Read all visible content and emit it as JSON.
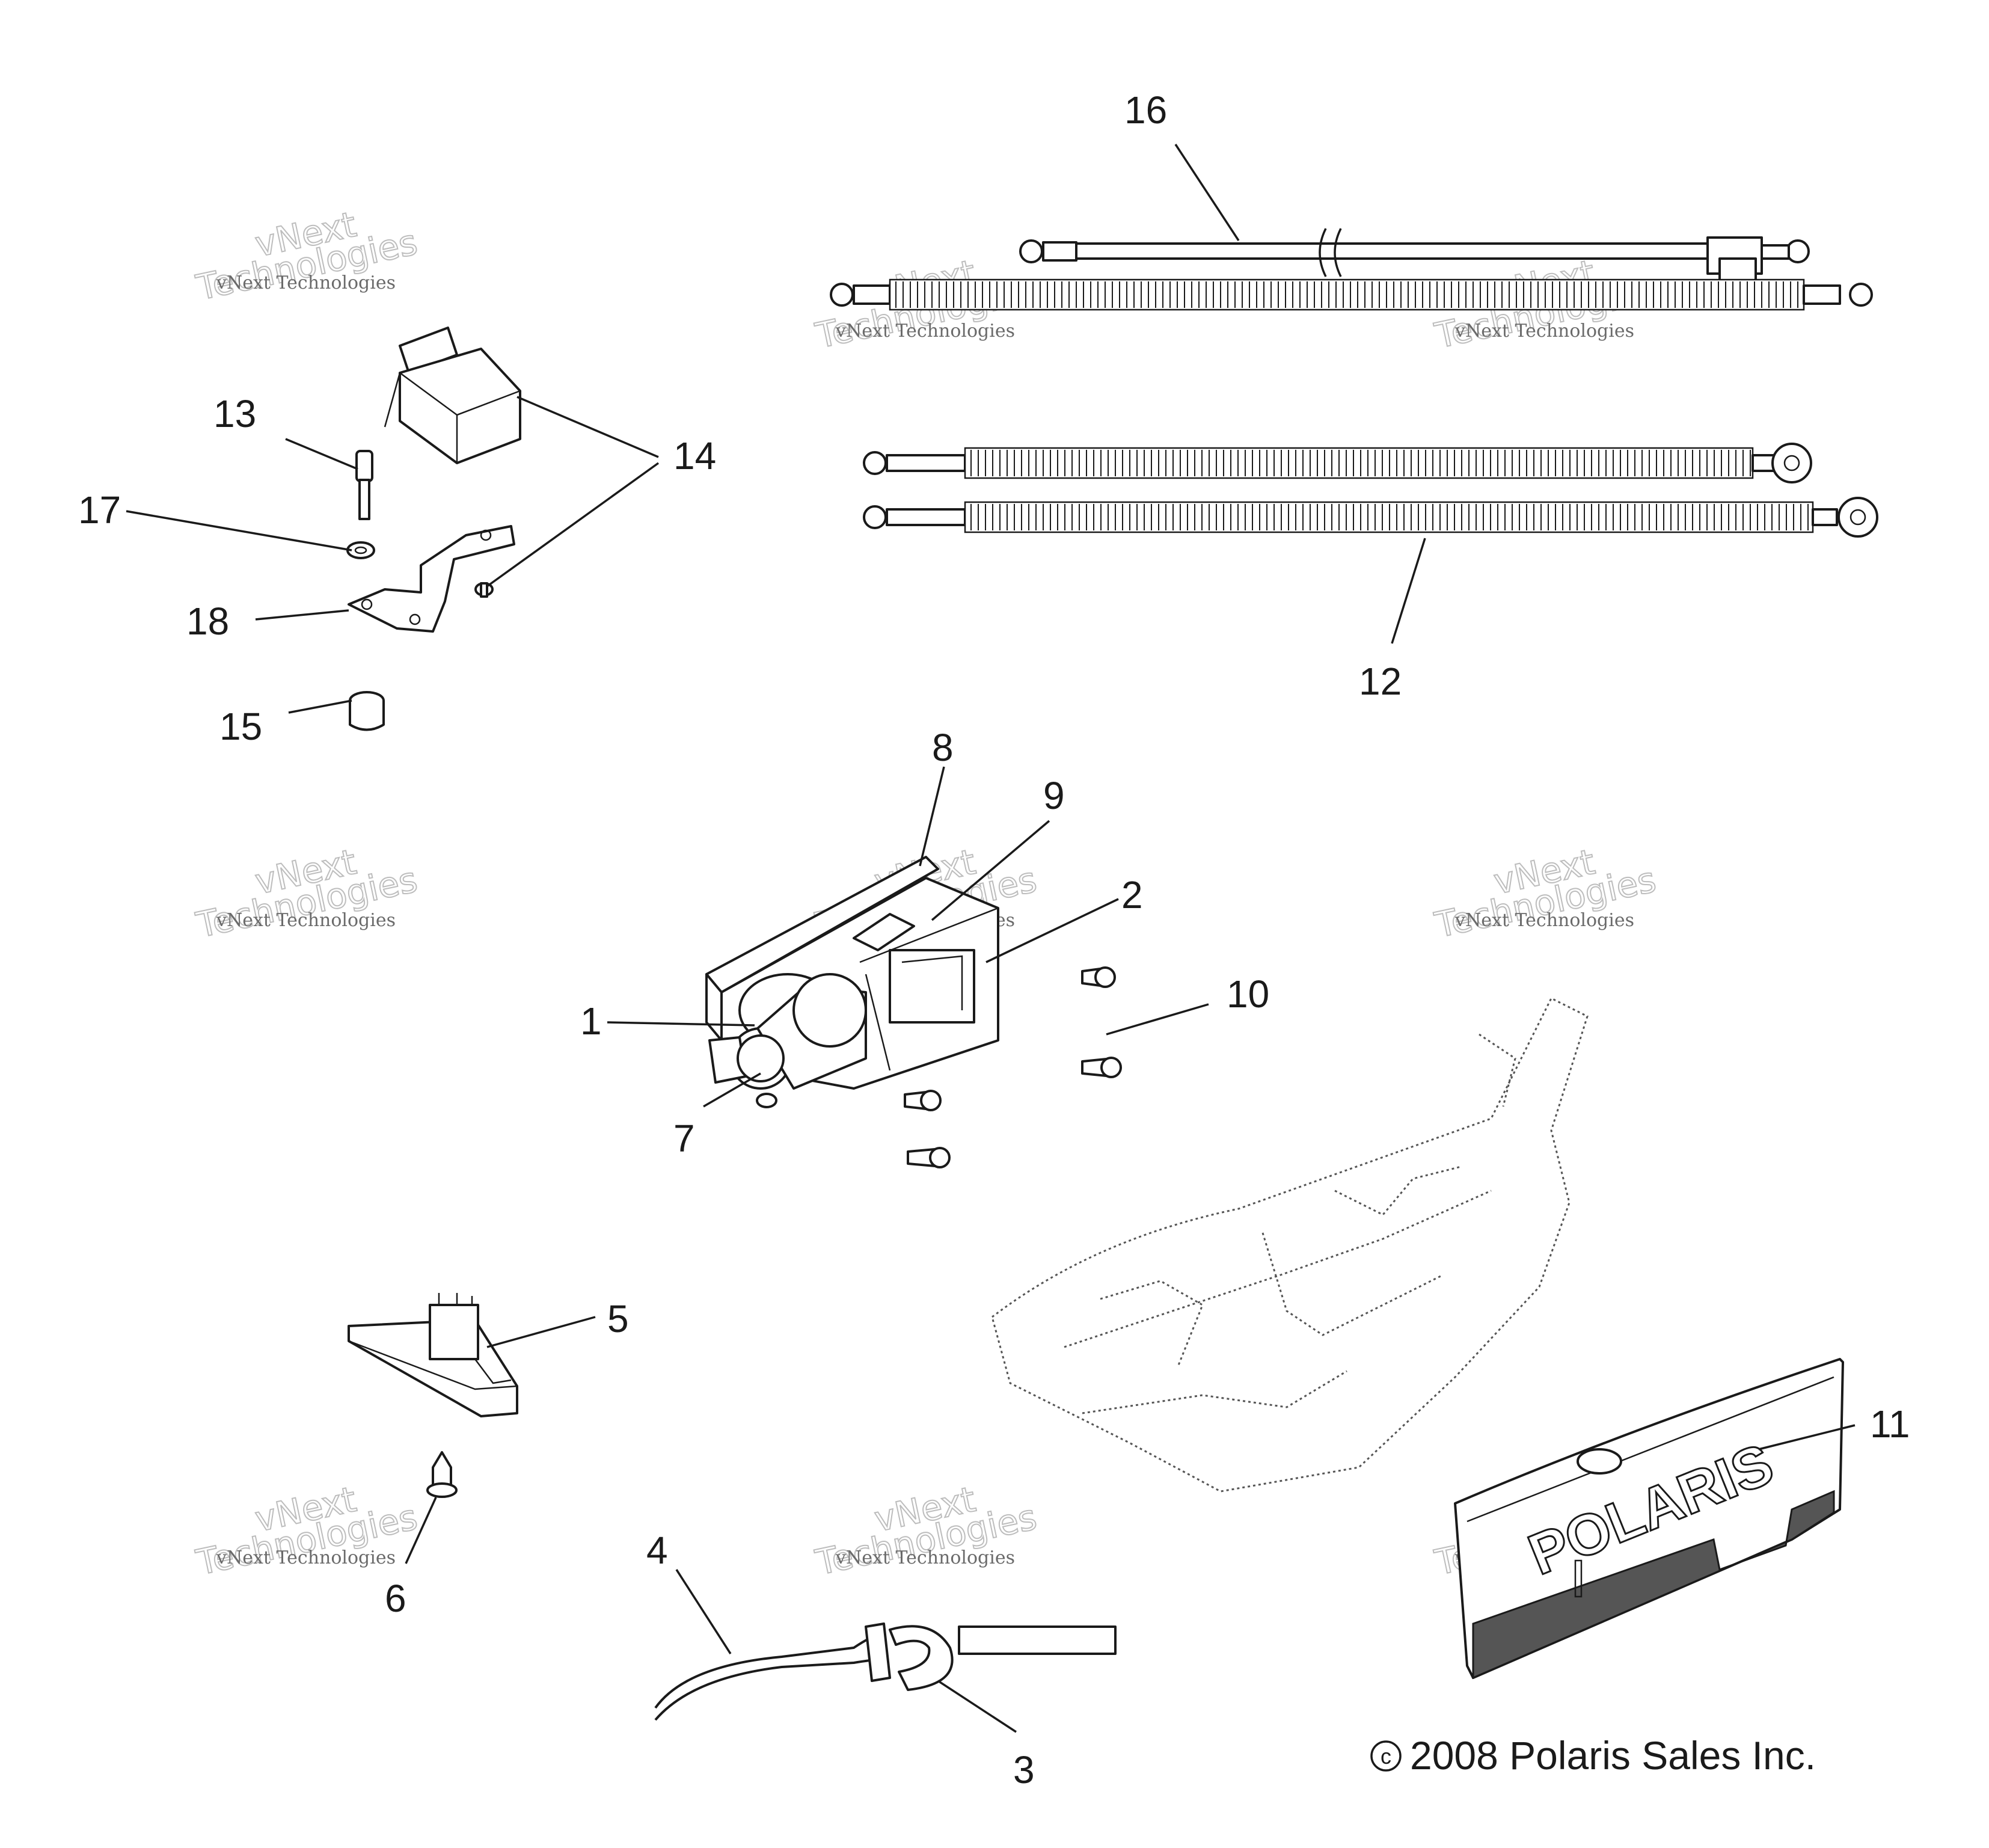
{
  "callouts": {
    "c1": "1",
    "c2": "2",
    "c3": "3",
    "c4": "4",
    "c5": "5",
    "c6": "6",
    "c7": "7",
    "c8": "8",
    "c9": "9",
    "c10": "10",
    "c11": "11",
    "c12": "12",
    "c13": "13",
    "c14": "14",
    "c15": "15",
    "c16": "16",
    "c17": "17",
    "c18": "18"
  },
  "copyright": "2008 Polaris Sales Inc.",
  "copyright_symbol": "c",
  "bumper_brand": "POLARIS",
  "watermark": {
    "line1": "vNext Technologies",
    "line2": "vNext",
    "line3": "Technologies"
  },
  "colors": {
    "ink": "#1a1a1a",
    "background": "#ffffff",
    "watermark": "#bdbdbd"
  }
}
